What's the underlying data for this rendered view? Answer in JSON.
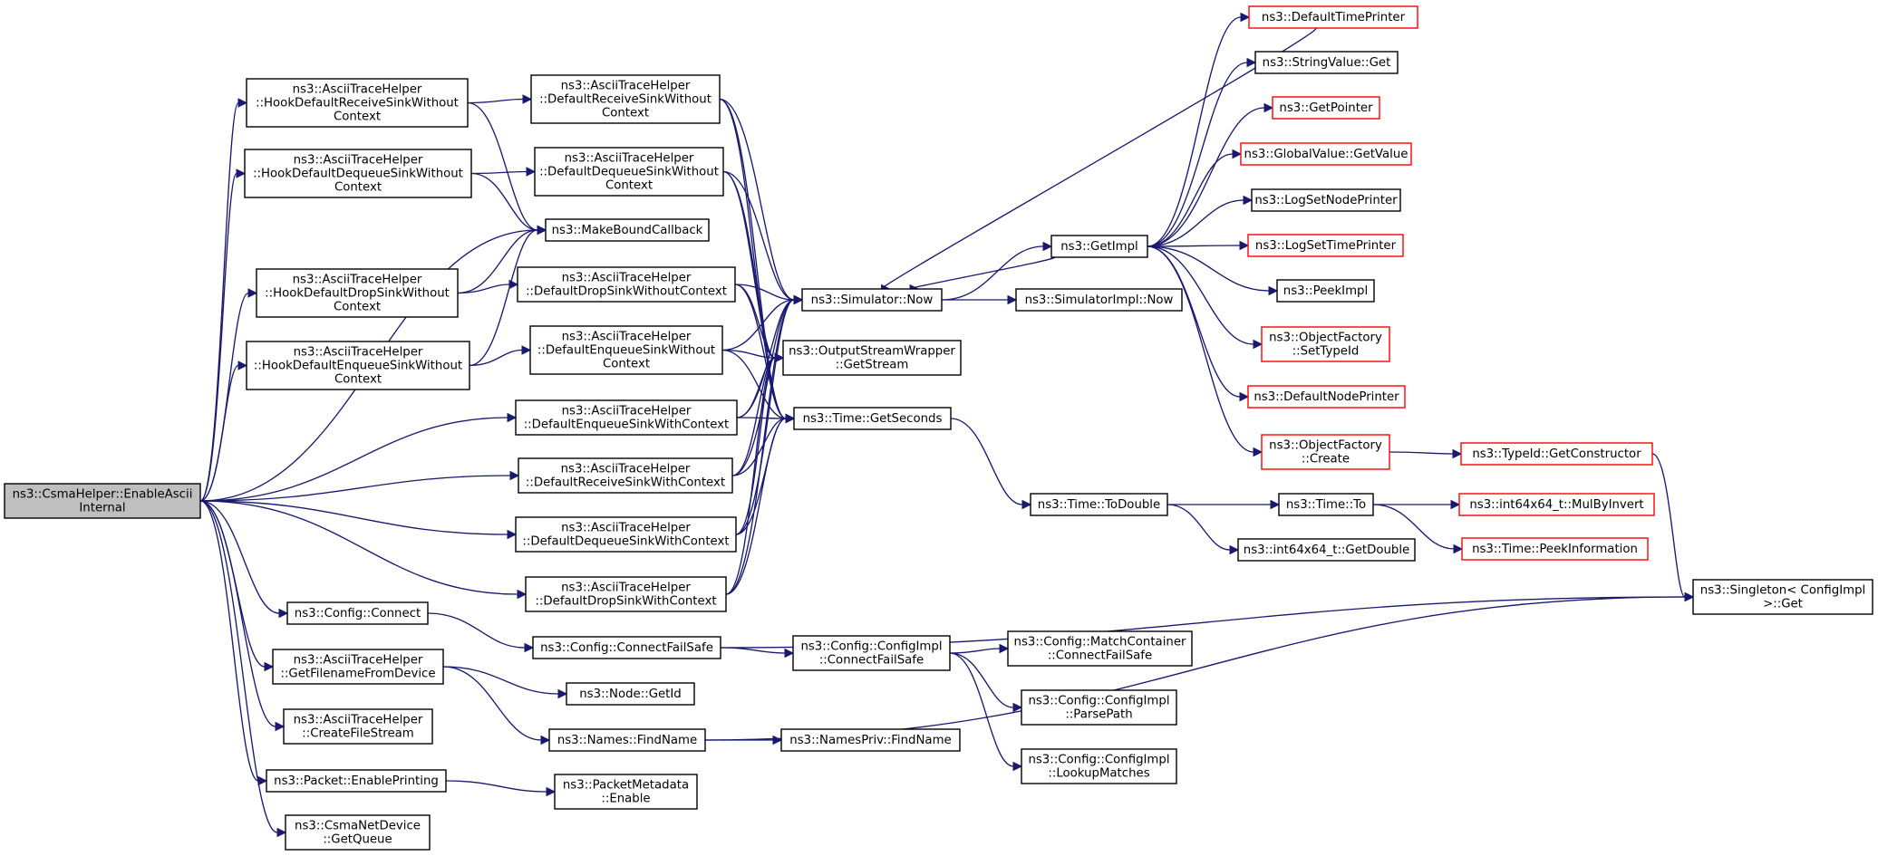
{
  "colors": {
    "edge": "#191970",
    "normal_border": "#000000",
    "truncated_border": "#ff0000",
    "root_fill": "#bfbfbf",
    "node_fill": "#ffffff"
  },
  "graph": {
    "nodes": [
      {
        "id": "root",
        "lines": [
          "ns3::CsmaHelper::EnableAscii",
          "Internal"
        ],
        "style": "root"
      },
      {
        "id": "hook_recv",
        "lines": [
          "ns3::AsciiTraceHelper",
          "::HookDefaultReceiveSinkWithout",
          "Context"
        ],
        "style": "normal"
      },
      {
        "id": "hook_deq",
        "lines": [
          "ns3::AsciiTraceHelper",
          "::HookDefaultDequeueSinkWithout",
          "Context"
        ],
        "style": "normal"
      },
      {
        "id": "hook_drop",
        "lines": [
          "ns3::AsciiTraceHelper",
          "::HookDefaultDropSinkWithout",
          "Context"
        ],
        "style": "normal"
      },
      {
        "id": "hook_enq",
        "lines": [
          "ns3::AsciiTraceHelper",
          "::HookDefaultEnqueueSinkWithout",
          "Context"
        ],
        "style": "normal"
      },
      {
        "id": "def_recv_wo",
        "lines": [
          "ns3::AsciiTraceHelper",
          "::DefaultReceiveSinkWithout",
          "Context"
        ],
        "style": "normal"
      },
      {
        "id": "def_deq_wo",
        "lines": [
          "ns3::AsciiTraceHelper",
          "::DefaultDequeueSinkWithout",
          "Context"
        ],
        "style": "normal"
      },
      {
        "id": "make_bound",
        "lines": [
          "ns3::MakeBoundCallback"
        ],
        "style": "normal"
      },
      {
        "id": "def_drop_wo",
        "lines": [
          "ns3::AsciiTraceHelper",
          "::DefaultDropSinkWithoutContext"
        ],
        "style": "normal"
      },
      {
        "id": "def_enq_wo",
        "lines": [
          "ns3::AsciiTraceHelper",
          "::DefaultEnqueueSinkWithout",
          "Context"
        ],
        "style": "normal"
      },
      {
        "id": "def_enq_w",
        "lines": [
          "ns3::AsciiTraceHelper",
          "::DefaultEnqueueSinkWithContext"
        ],
        "style": "normal"
      },
      {
        "id": "def_recv_w",
        "lines": [
          "ns3::AsciiTraceHelper",
          "::DefaultReceiveSinkWithContext"
        ],
        "style": "normal"
      },
      {
        "id": "def_deq_w",
        "lines": [
          "ns3::AsciiTraceHelper",
          "::DefaultDequeueSinkWithContext"
        ],
        "style": "normal"
      },
      {
        "id": "def_drop_w",
        "lines": [
          "ns3::AsciiTraceHelper",
          "::DefaultDropSinkWithContext"
        ],
        "style": "normal"
      },
      {
        "id": "sim_now",
        "lines": [
          "ns3::Simulator::Now"
        ],
        "style": "normal"
      },
      {
        "id": "osw_get",
        "lines": [
          "ns3::OutputStreamWrapper",
          "::GetStream"
        ],
        "style": "normal"
      },
      {
        "id": "time_sec",
        "lines": [
          "ns3::Time::GetSeconds"
        ],
        "style": "normal"
      },
      {
        "id": "simimpl_now",
        "lines": [
          "ns3::SimulatorImpl::Now"
        ],
        "style": "normal"
      },
      {
        "id": "get_impl",
        "lines": [
          "ns3::GetImpl"
        ],
        "style": "normal"
      },
      {
        "id": "def_time_printer",
        "lines": [
          "ns3::DefaultTimePrinter"
        ],
        "style": "truncated"
      },
      {
        "id": "string_get",
        "lines": [
          "ns3::StringValue::Get"
        ],
        "style": "normal"
      },
      {
        "id": "get_pointer",
        "lines": [
          "ns3::GetPointer"
        ],
        "style": "truncated"
      },
      {
        "id": "global_get",
        "lines": [
          "ns3::GlobalValue::GetValue"
        ],
        "style": "truncated"
      },
      {
        "id": "log_node",
        "lines": [
          "ns3::LogSetNodePrinter"
        ],
        "style": "normal"
      },
      {
        "id": "log_time",
        "lines": [
          "ns3::LogSetTimePrinter"
        ],
        "style": "truncated"
      },
      {
        "id": "peek_impl",
        "lines": [
          "ns3::PeekImpl"
        ],
        "style": "normal"
      },
      {
        "id": "of_settype",
        "lines": [
          "ns3::ObjectFactory",
          "::SetTypeId"
        ],
        "style": "truncated"
      },
      {
        "id": "def_node_printer",
        "lines": [
          "ns3::DefaultNodePrinter"
        ],
        "style": "truncated"
      },
      {
        "id": "of_create",
        "lines": [
          "ns3::ObjectFactory",
          "::Create"
        ],
        "style": "truncated"
      },
      {
        "id": "typeid_ctor",
        "lines": [
          "ns3::TypeId::GetConstructor"
        ],
        "style": "truncated"
      },
      {
        "id": "time_todouble",
        "lines": [
          "ns3::Time::ToDouble"
        ],
        "style": "normal"
      },
      {
        "id": "time_to",
        "lines": [
          "ns3::Time::To"
        ],
        "style": "normal"
      },
      {
        "id": "int64_mul",
        "lines": [
          "ns3::int64x64_t::MulByInvert"
        ],
        "style": "truncated"
      },
      {
        "id": "int64_getdouble",
        "lines": [
          "ns3::int64x64_t::GetDouble"
        ],
        "style": "normal"
      },
      {
        "id": "time_peekinfo",
        "lines": [
          "ns3::Time::PeekInformation"
        ],
        "style": "truncated"
      },
      {
        "id": "singleton_get",
        "lines": [
          "ns3::Singleton< ConfigImpl",
          " >::Get"
        ],
        "style": "normal"
      },
      {
        "id": "config_connect",
        "lines": [
          "ns3::Config::Connect"
        ],
        "style": "normal"
      },
      {
        "id": "config_connectfs",
        "lines": [
          "ns3::Config::ConnectFailSafe"
        ],
        "style": "normal"
      },
      {
        "id": "configimpl_connectfs",
        "lines": [
          "ns3::Config::ConfigImpl",
          "::ConnectFailSafe"
        ],
        "style": "normal"
      },
      {
        "id": "match_connectfs",
        "lines": [
          "ns3::Config::MatchContainer",
          "::ConnectFailSafe"
        ],
        "style": "normal"
      },
      {
        "id": "configimpl_parse",
        "lines": [
          "ns3::Config::ConfigImpl",
          "::ParsePath"
        ],
        "style": "normal"
      },
      {
        "id": "configimpl_lookup",
        "lines": [
          "ns3::Config::ConfigImpl",
          "::LookupMatches"
        ],
        "style": "normal"
      },
      {
        "id": "get_filename",
        "lines": [
          "ns3::AsciiTraceHelper",
          "::GetFilenameFromDevice"
        ],
        "style": "normal"
      },
      {
        "id": "node_getid",
        "lines": [
          "ns3::Node::GetId"
        ],
        "style": "normal"
      },
      {
        "id": "names_find",
        "lines": [
          "ns3::Names::FindName"
        ],
        "style": "normal"
      },
      {
        "id": "namespriv_find",
        "lines": [
          "ns3::NamesPriv::FindName"
        ],
        "style": "normal"
      },
      {
        "id": "create_file",
        "lines": [
          "ns3::AsciiTraceHelper",
          "::CreateFileStream"
        ],
        "style": "normal"
      },
      {
        "id": "packet_enable",
        "lines": [
          "ns3::Packet::EnablePrinting"
        ],
        "style": "normal"
      },
      {
        "id": "pktmeta_enable",
        "lines": [
          "ns3::PacketMetadata",
          "::Enable"
        ],
        "style": "normal"
      },
      {
        "id": "csma_getqueue",
        "lines": [
          "ns3::CsmaNetDevice",
          "::GetQueue"
        ],
        "style": "normal"
      }
    ],
    "edges": [
      [
        "root",
        "hook_recv"
      ],
      [
        "root",
        "hook_deq"
      ],
      [
        "root",
        "make_bound"
      ],
      [
        "root",
        "hook_drop"
      ],
      [
        "root",
        "hook_enq"
      ],
      [
        "root",
        "def_enq_w"
      ],
      [
        "root",
        "def_recv_w"
      ],
      [
        "root",
        "def_deq_w"
      ],
      [
        "root",
        "def_drop_w"
      ],
      [
        "root",
        "config_connect"
      ],
      [
        "root",
        "get_filename"
      ],
      [
        "root",
        "create_file"
      ],
      [
        "root",
        "packet_enable"
      ],
      [
        "root",
        "csma_getqueue"
      ],
      [
        "hook_recv",
        "def_recv_wo"
      ],
      [
        "hook_recv",
        "make_bound"
      ],
      [
        "hook_deq",
        "def_deq_wo"
      ],
      [
        "hook_deq",
        "make_bound"
      ],
      [
        "hook_drop",
        "def_drop_wo"
      ],
      [
        "hook_drop",
        "make_bound"
      ],
      [
        "hook_enq",
        "def_enq_wo"
      ],
      [
        "hook_enq",
        "make_bound"
      ],
      [
        "def_recv_wo",
        "sim_now"
      ],
      [
        "def_recv_wo",
        "osw_get"
      ],
      [
        "def_recv_wo",
        "time_sec"
      ],
      [
        "def_deq_wo",
        "sim_now"
      ],
      [
        "def_deq_wo",
        "osw_get"
      ],
      [
        "def_deq_wo",
        "time_sec"
      ],
      [
        "def_drop_wo",
        "sim_now"
      ],
      [
        "def_drop_wo",
        "osw_get"
      ],
      [
        "def_drop_wo",
        "time_sec"
      ],
      [
        "def_enq_wo",
        "sim_now"
      ],
      [
        "def_enq_wo",
        "osw_get"
      ],
      [
        "def_enq_wo",
        "time_sec"
      ],
      [
        "def_enq_w",
        "sim_now"
      ],
      [
        "def_enq_w",
        "osw_get"
      ],
      [
        "def_enq_w",
        "time_sec"
      ],
      [
        "def_recv_w",
        "sim_now"
      ],
      [
        "def_recv_w",
        "osw_get"
      ],
      [
        "def_recv_w",
        "time_sec"
      ],
      [
        "def_deq_w",
        "sim_now"
      ],
      [
        "def_deq_w",
        "osw_get"
      ],
      [
        "def_deq_w",
        "time_sec"
      ],
      [
        "def_drop_w",
        "sim_now"
      ],
      [
        "def_drop_w",
        "osw_get"
      ],
      [
        "def_drop_w",
        "time_sec"
      ],
      [
        "sim_now",
        "get_impl"
      ],
      [
        "sim_now",
        "simimpl_now"
      ],
      [
        "get_impl",
        "def_time_printer"
      ],
      [
        "get_impl",
        "string_get"
      ],
      [
        "get_impl",
        "get_pointer"
      ],
      [
        "get_impl",
        "global_get"
      ],
      [
        "get_impl",
        "log_node"
      ],
      [
        "get_impl",
        "log_time"
      ],
      [
        "get_impl",
        "peek_impl"
      ],
      [
        "get_impl",
        "of_settype"
      ],
      [
        "get_impl",
        "def_node_printer"
      ],
      [
        "get_impl",
        "of_create"
      ],
      [
        "get_impl",
        "sim_now"
      ],
      [
        "def_time_printer",
        "sim_now"
      ],
      [
        "of_create",
        "typeid_ctor"
      ],
      [
        "typeid_ctor",
        "singleton_get"
      ],
      [
        "time_sec",
        "time_todouble"
      ],
      [
        "time_todouble",
        "time_to"
      ],
      [
        "time_todouble",
        "int64_getdouble"
      ],
      [
        "time_to",
        "int64_mul"
      ],
      [
        "time_to",
        "time_peekinfo"
      ],
      [
        "config_connect",
        "config_connectfs"
      ],
      [
        "config_connectfs",
        "singleton_get"
      ],
      [
        "config_connectfs",
        "configimpl_connectfs"
      ],
      [
        "configimpl_connectfs",
        "match_connectfs"
      ],
      [
        "configimpl_connectfs",
        "configimpl_parse"
      ],
      [
        "configimpl_connectfs",
        "configimpl_lookup"
      ],
      [
        "get_filename",
        "node_getid"
      ],
      [
        "get_filename",
        "names_find"
      ],
      [
        "names_find",
        "namespriv_find"
      ],
      [
        "names_find",
        "singleton_get"
      ],
      [
        "packet_enable",
        "pktmeta_enable"
      ]
    ]
  }
}
